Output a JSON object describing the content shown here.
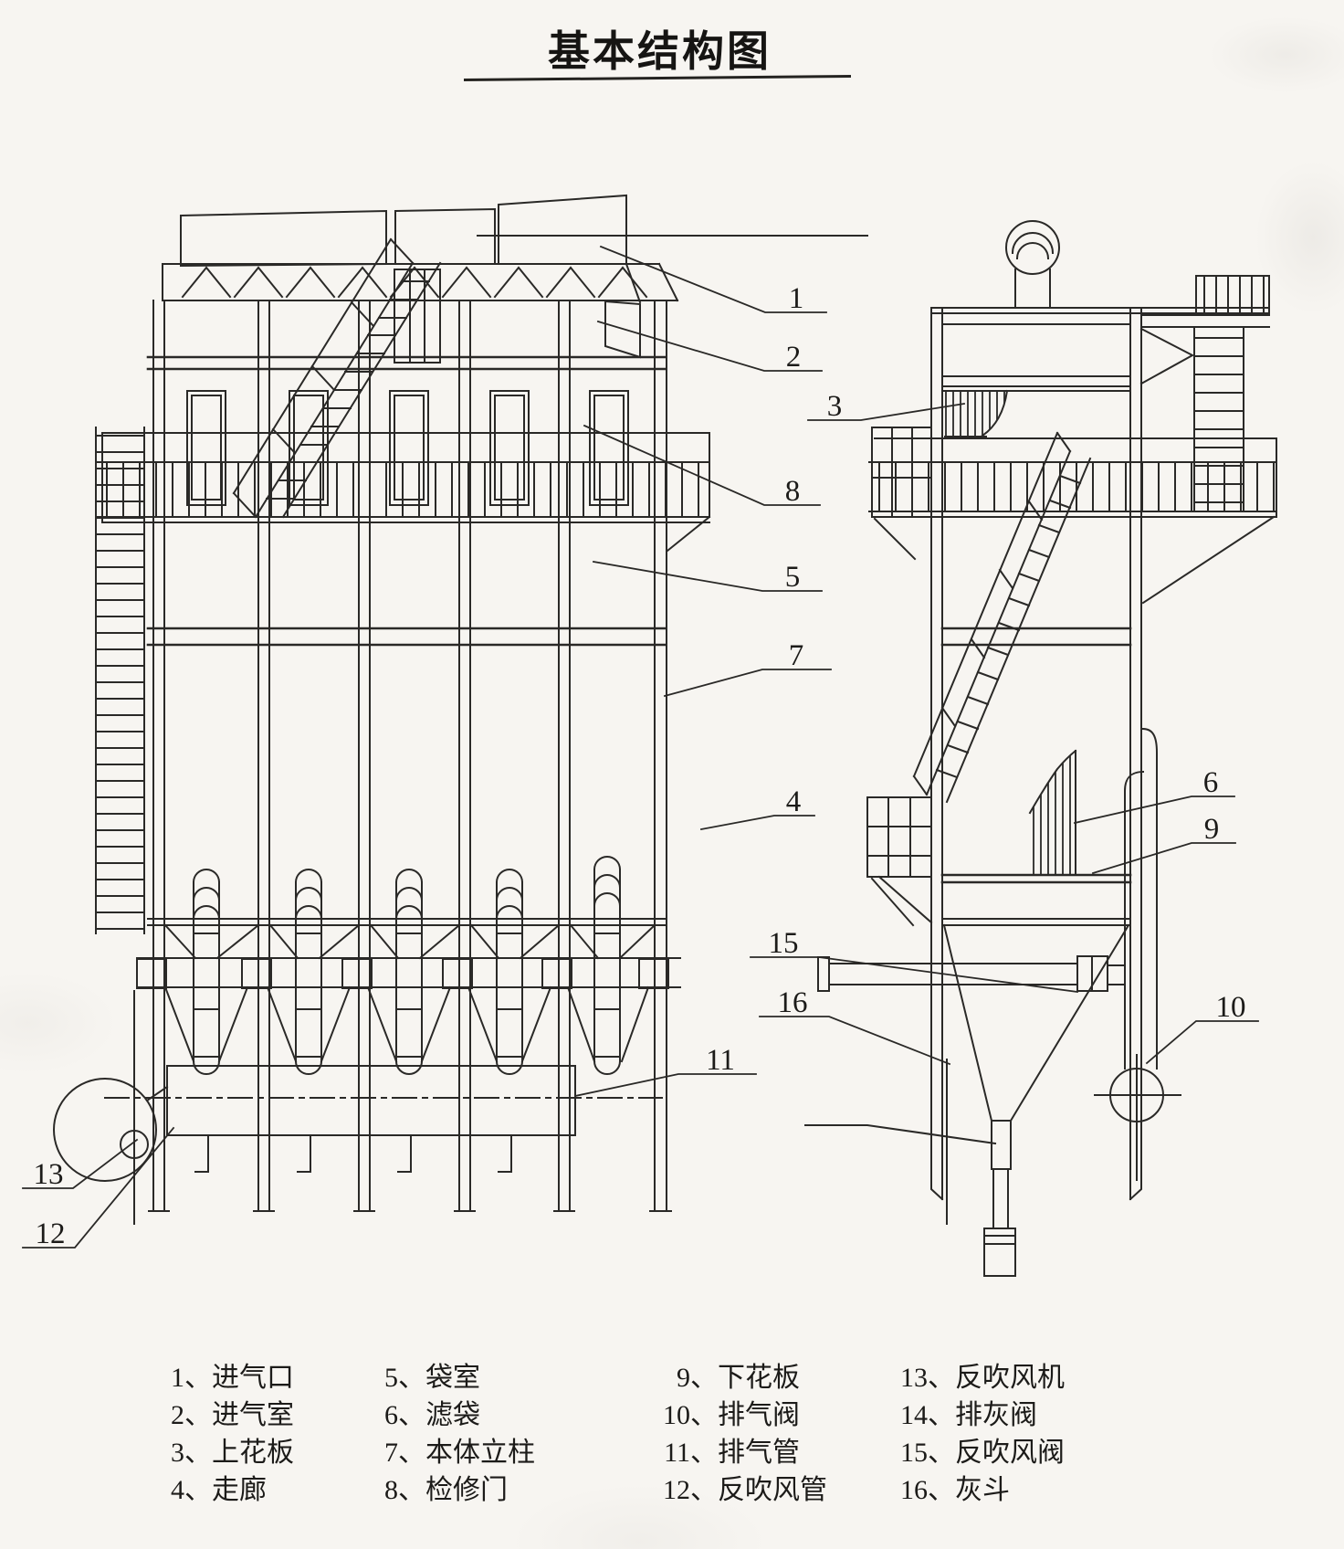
{
  "title": {
    "text": "基本结构图"
  },
  "colors": {
    "ink": "#2a2927",
    "paper": "#f7f5f1"
  },
  "callouts": [
    {
      "label": "1"
    },
    {
      "label": "2"
    },
    {
      "label": "3"
    },
    {
      "label": "8"
    },
    {
      "label": "5"
    },
    {
      "label": "7"
    },
    {
      "label": "4"
    },
    {
      "label": "6"
    },
    {
      "label": "9"
    },
    {
      "label": "10"
    },
    {
      "label": "15"
    },
    {
      "label": "16"
    },
    {
      "label": "11"
    },
    {
      "label": "13"
    },
    {
      "label": "12"
    }
  ],
  "legend": {
    "separator": "、",
    "items": [
      {
        "num": "1",
        "name": "进气口"
      },
      {
        "num": "2",
        "name": "进气室"
      },
      {
        "num": "3",
        "name": "上花板"
      },
      {
        "num": "4",
        "name": "走廊"
      },
      {
        "num": "5",
        "name": "袋室"
      },
      {
        "num": "6",
        "name": "滤袋"
      },
      {
        "num": "7",
        "name": "本体立柱"
      },
      {
        "num": "8",
        "name": "检修门"
      },
      {
        "num": "9",
        "name": "下花板"
      },
      {
        "num": "10",
        "name": "排气阀"
      },
      {
        "num": "11",
        "name": "排气管"
      },
      {
        "num": "12",
        "name": "反吹风管"
      },
      {
        "num": "13",
        "name": "反吹风机"
      },
      {
        "num": "14",
        "name": "排灰阀"
      },
      {
        "num": "15",
        "name": "反吹风阀"
      },
      {
        "num": "16",
        "name": "灰斗"
      }
    ]
  }
}
